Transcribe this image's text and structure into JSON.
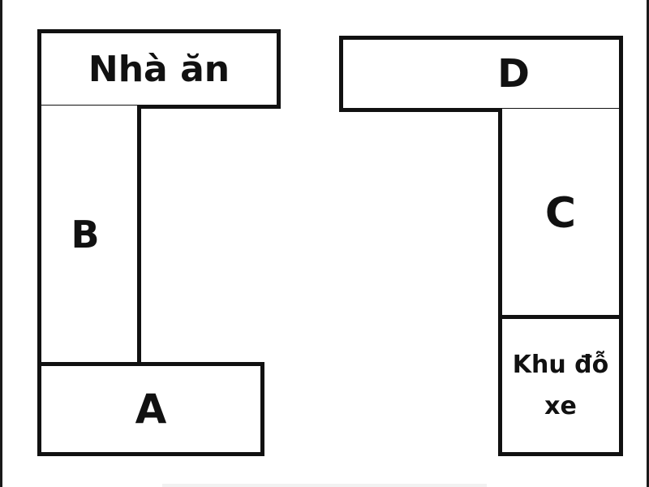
{
  "diagram": {
    "nha_an": "Nhà ăn",
    "d": "D",
    "b": "B",
    "c": "C",
    "a": "A",
    "parking_line1": "Khu đỗ",
    "parking_line2": "xe"
  },
  "colors": {
    "stroke": "#111111",
    "background": "#ffffff"
  }
}
